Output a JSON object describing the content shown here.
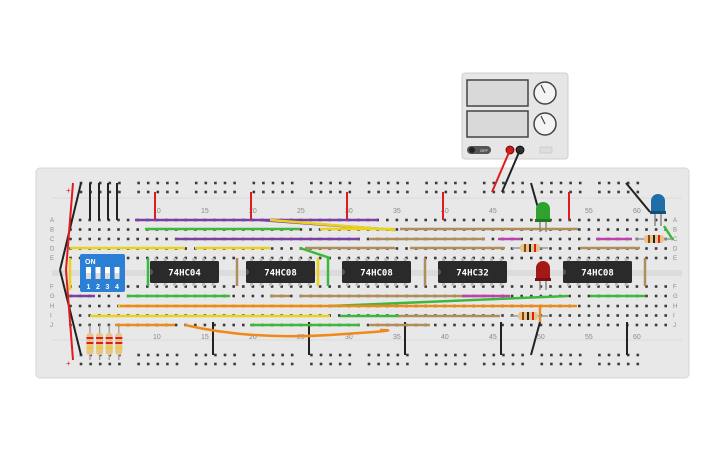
{
  "breadboard": {
    "column_numbers": [
      "10",
      "15",
      "20",
      "25",
      "30",
      "35",
      "40",
      "45",
      "50",
      "55",
      "60"
    ],
    "row_letters_top": [
      "A",
      "B",
      "C",
      "D",
      "E"
    ],
    "row_letters_bottom": [
      "F",
      "G",
      "H",
      "I",
      "J"
    ],
    "rail_plus": "+",
    "rail_minus": "-"
  },
  "chips": [
    {
      "label": "74HC04"
    },
    {
      "label": "74HC08"
    },
    {
      "label": "74HC08"
    },
    {
      "label": "74HC32"
    },
    {
      "label": "74HC08"
    }
  ],
  "dip_switch": {
    "on_label": "ON",
    "numbers": [
      "1",
      "2",
      "3",
      "4"
    ],
    "color": "#2b7fd4"
  },
  "power_supply": {
    "off_label": "OFF"
  },
  "leds": [
    {
      "name": "green-led",
      "color": "#2fa12f"
    },
    {
      "name": "red-led",
      "color": "#a41818"
    },
    {
      "name": "blue-led",
      "color": "#1f6ea8"
    }
  ],
  "colors": {
    "board": "#e8e8e8",
    "chip": "#2a2a2a",
    "wire_purple": "#7b3fa3",
    "wire_yellow": "#e8d21e",
    "wire_orange": "#ee8a1a",
    "wire_green": "#3cb83c",
    "wire_brown": "#b08d5a",
    "wire_red": "#e01c1c",
    "wire_black": "#222222",
    "wire_magenta": "#c23fb0"
  }
}
